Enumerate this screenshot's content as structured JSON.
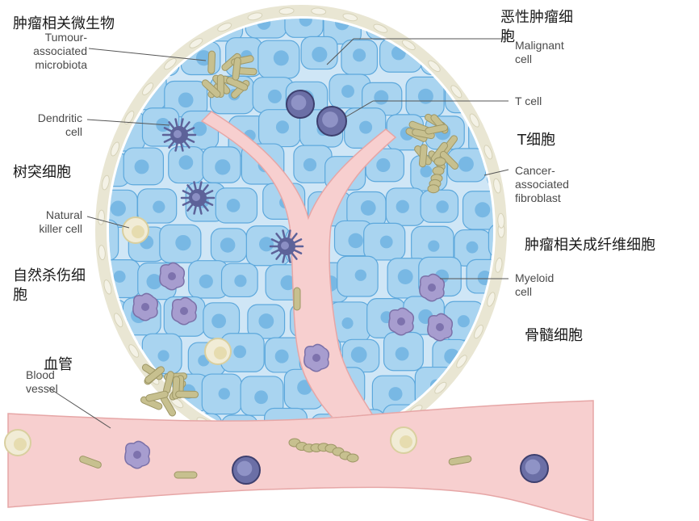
{
  "colors": {
    "tumour_cell_fill": "#a9d4f0",
    "tumour_cell_stroke": "#5da8dc",
    "tumour_nucleus": "#78b8e4",
    "blood_vessel": "#f7cfcf",
    "blood_vessel_stroke": "#e6a6a6",
    "t_cell": "#6b6fa6",
    "dendritic_cell": "#5d6299",
    "myeloid_cell": "#a79dcf",
    "natural_killer": "#f1ecd6",
    "fibroblast": "#e9e6d3",
    "microbiota": "#c7c08f"
  },
  "labels_en": {
    "tumour_microbiota": "Tumour-\nassociated\nmicrobiota",
    "dendritic": "Dendritic\ncell",
    "natural_killer": "Natural\nkiller cell",
    "blood_vessel": "Blood\nvessel",
    "malignant": "Malignant\ncell",
    "t_cell": "T cell",
    "caf": "Cancer-\nassociated\nfibroblast",
    "myeloid": "Myeloid\ncell"
  },
  "labels_zh": {
    "tumour_microbiota": "肿瘤相关微生物",
    "malignant": "恶性肿瘤细\n胞",
    "t_cell": "T细胞",
    "dendritic": "树突细胞",
    "caf": "肿瘤相关成纤维细胞",
    "natural_killer": "自然杀伤细\n胞",
    "myeloid": "骨髓细胞",
    "blood_vessel": "血管"
  }
}
